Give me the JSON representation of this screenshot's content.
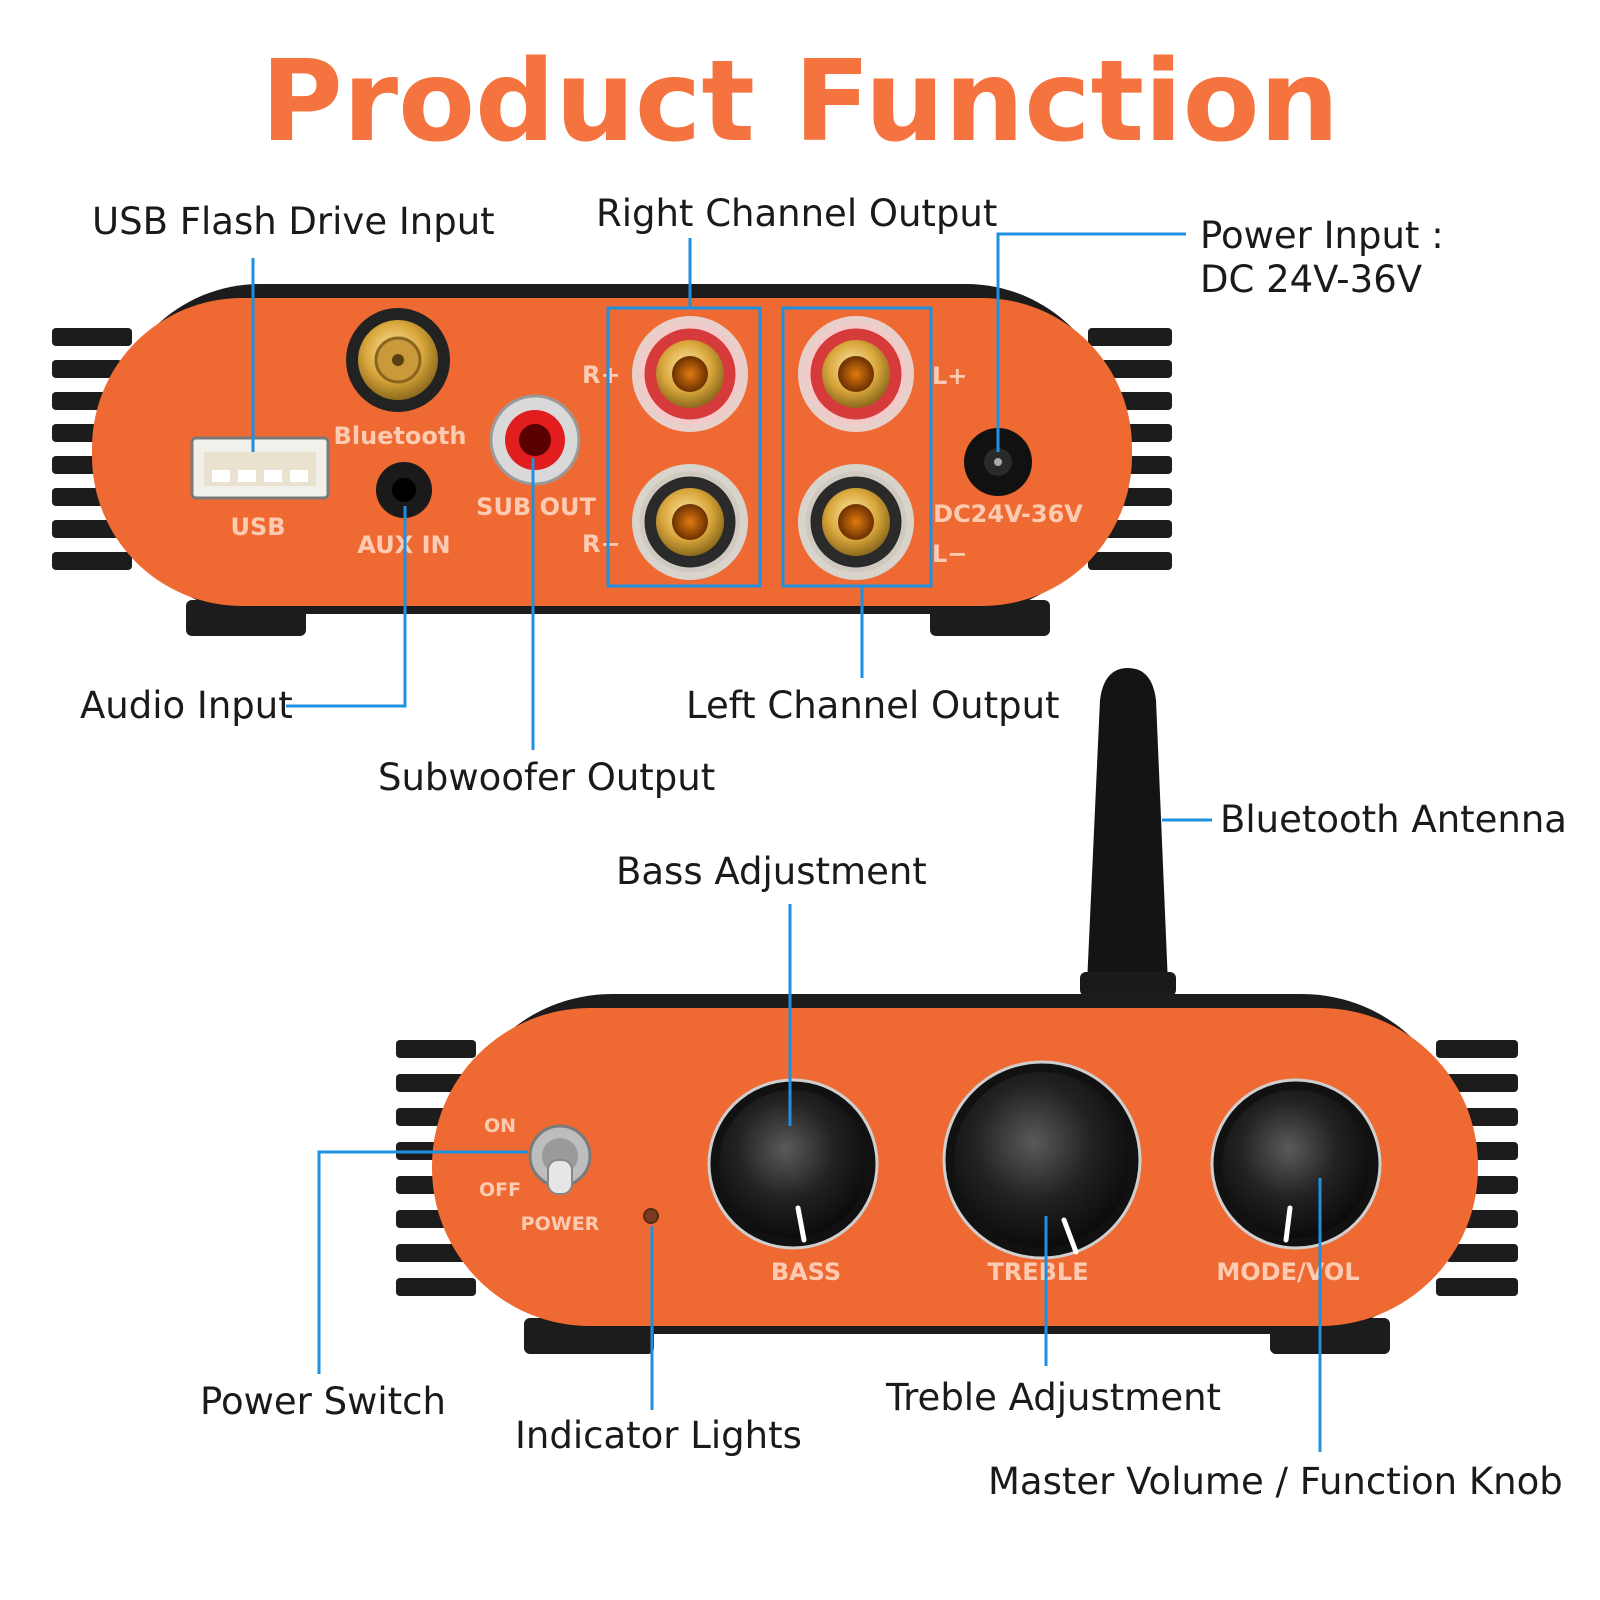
{
  "title": "Product Function",
  "callouts": {
    "usb_flash_drive_input": "USB Flash Drive Input",
    "right_channel_output": "Right Channel Output",
    "power_input_line1": "Power Input :",
    "power_input_line2": "DC 24V-36V",
    "audio_input": "Audio Input",
    "left_channel_output": "Left Channel Output",
    "subwoofer_output": "Subwoofer Output",
    "bluetooth_antenna": "Bluetooth Antenna",
    "bass_adjustment": "Bass Adjustment",
    "power_switch": "Power Switch",
    "indicator_lights": "Indicator Lights",
    "treble_adjustment": "Treble Adjustment",
    "master_volume": "Master Volume / Function Knob"
  },
  "rear_panel": {
    "usb": "USB",
    "bluetooth": "Bluetooth",
    "aux_in": "AUX IN",
    "sub_out": "SUB OUT",
    "r_plus": "R+",
    "r_minus": "R−",
    "l_plus": "L+",
    "l_minus": "L−",
    "dc": "DC24V-36V"
  },
  "front_panel": {
    "on": "ON",
    "off": "OFF",
    "power": "POWER",
    "bass": "BASS",
    "treble": "TREBLE",
    "mode_vol": "MODE/VOL"
  },
  "colors": {
    "title": "#f4733e",
    "panel_orange": "#ef6a32",
    "heatsink": "#1c1c1c",
    "leader": "#1e90e0"
  }
}
